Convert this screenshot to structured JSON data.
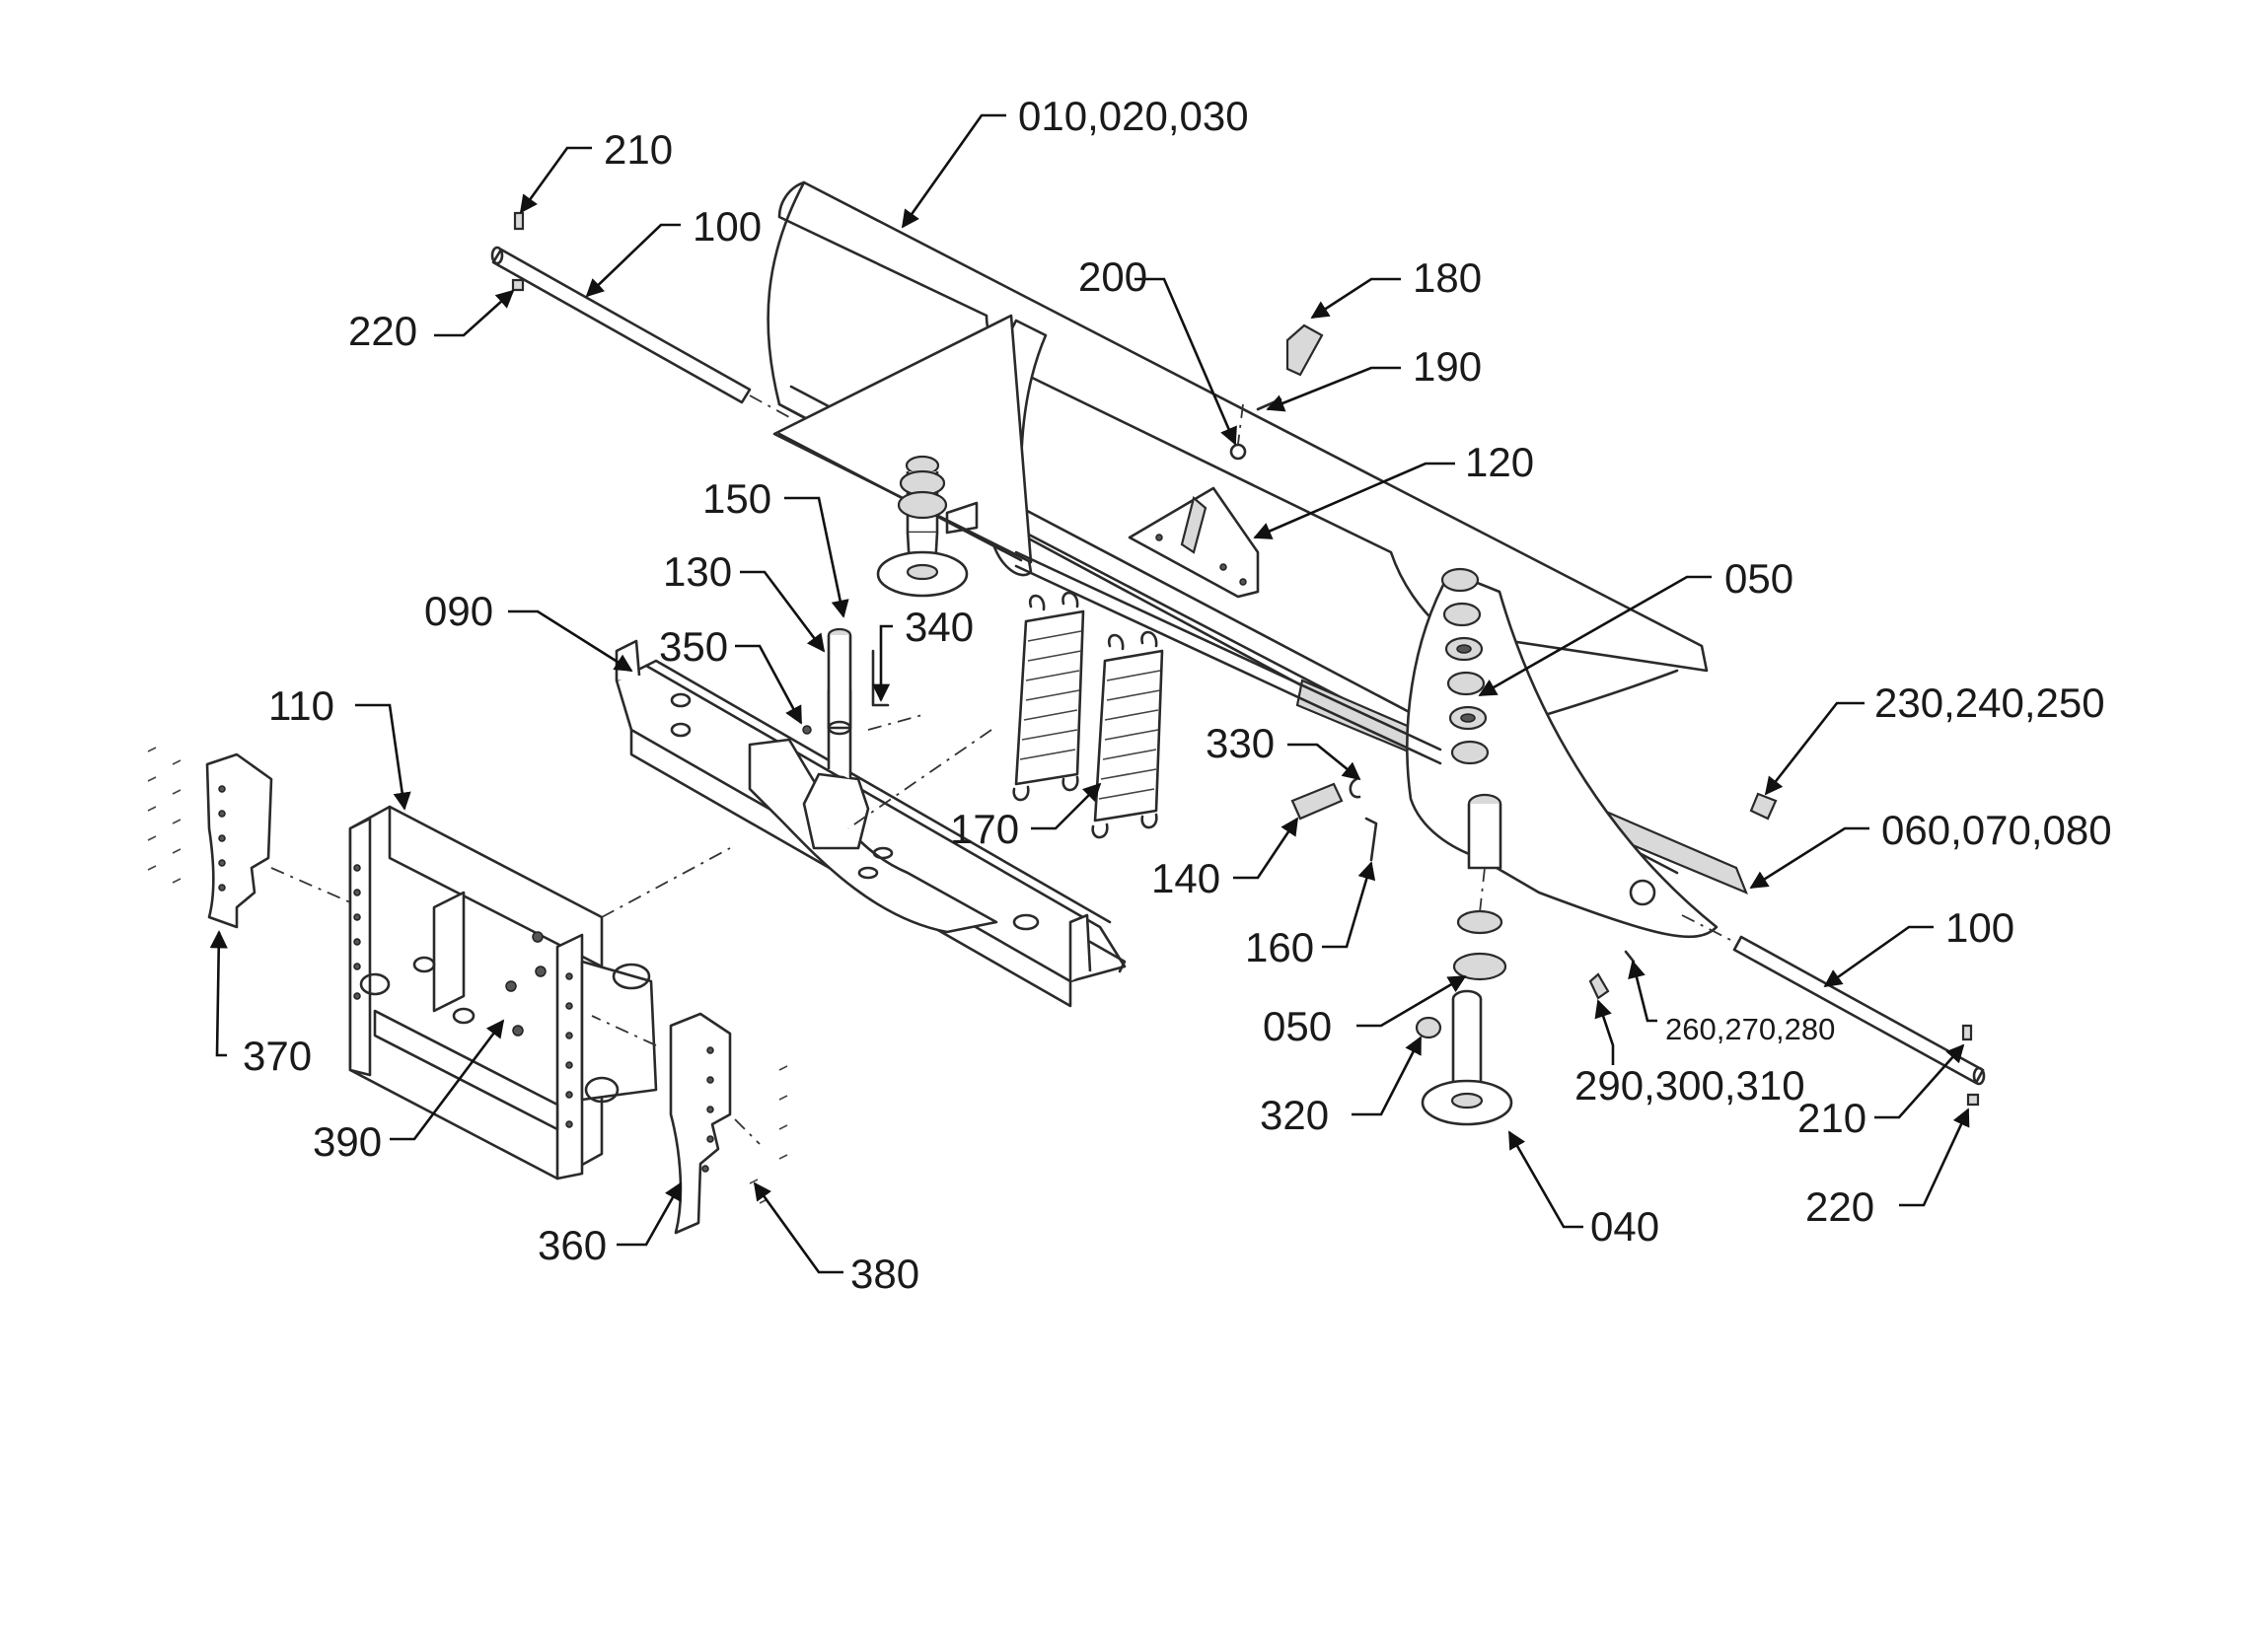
{
  "callouts": {
    "c010": "010,020,030",
    "c210a": "210",
    "c100a": "100",
    "c220a": "220",
    "c200": "200",
    "c180": "180",
    "c190": "190",
    "c120": "120",
    "c150": "150",
    "c130": "130",
    "c350": "350",
    "c340": "340",
    "c090": "090",
    "c050a": "050",
    "c110": "110",
    "c330": "330",
    "c230": "230,240,250",
    "c170": "170",
    "c140": "140",
    "c060": "060,070,080",
    "c160": "160",
    "c100b": "100",
    "c050b": "050",
    "c260": "260,270,280",
    "c370": "370",
    "c290": "290,300,310",
    "c210b": "210",
    "c390": "390",
    "c320": "320",
    "c220b": "220",
    "c040": "040",
    "c360": "360",
    "c380": "380"
  }
}
